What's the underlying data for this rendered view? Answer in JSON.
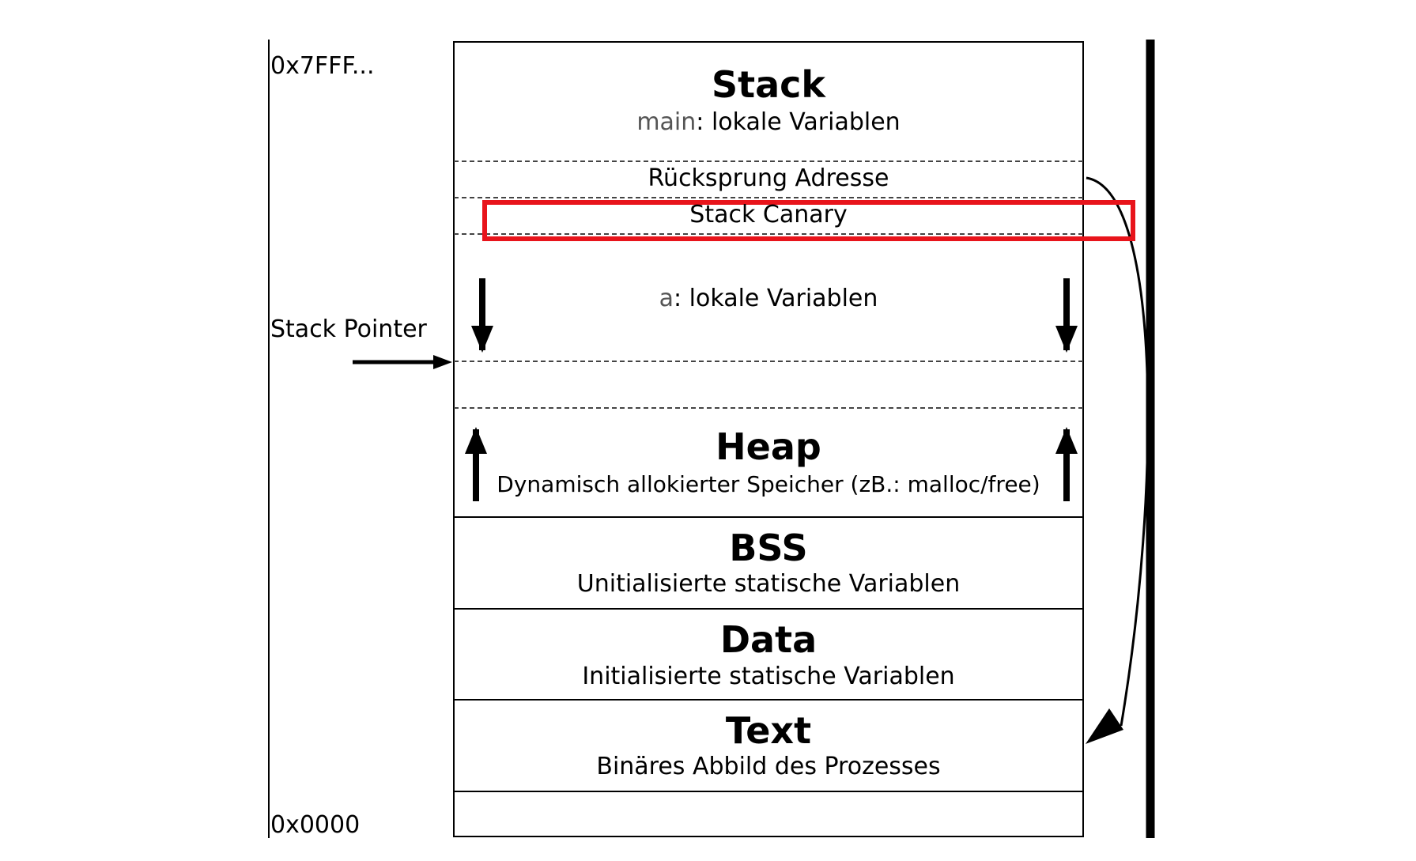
{
  "addresses": {
    "top": "0x7FFF...",
    "bottom": "0x0000"
  },
  "stack_pointer": {
    "label": "Stack Pointer"
  },
  "segments": {
    "stack": {
      "title": "Stack",
      "frame": "main",
      "sep": ": ",
      "desc": "lokale Variablen"
    },
    "return_address": {
      "label": "Rücksprung Adresse"
    },
    "canary": {
      "label": "Stack Canary"
    },
    "locals_a": {
      "frame": "a",
      "sep": ": ",
      "desc": "lokale Variablen"
    },
    "heap": {
      "title": "Heap",
      "desc": "Dynamisch allokierter Speicher (zB.: malloc/free)"
    },
    "bss": {
      "title": "BSS",
      "desc": "Unitialisierte statische Variablen"
    },
    "data": {
      "title": "Data",
      "desc": "Initialisierte statische Variablen"
    },
    "text": {
      "title": "Text",
      "desc": "Binäres Abbild des Prozesses"
    }
  },
  "colors": {
    "highlight": "#e8141b",
    "lines": "#000000",
    "dashes": "#444444"
  }
}
